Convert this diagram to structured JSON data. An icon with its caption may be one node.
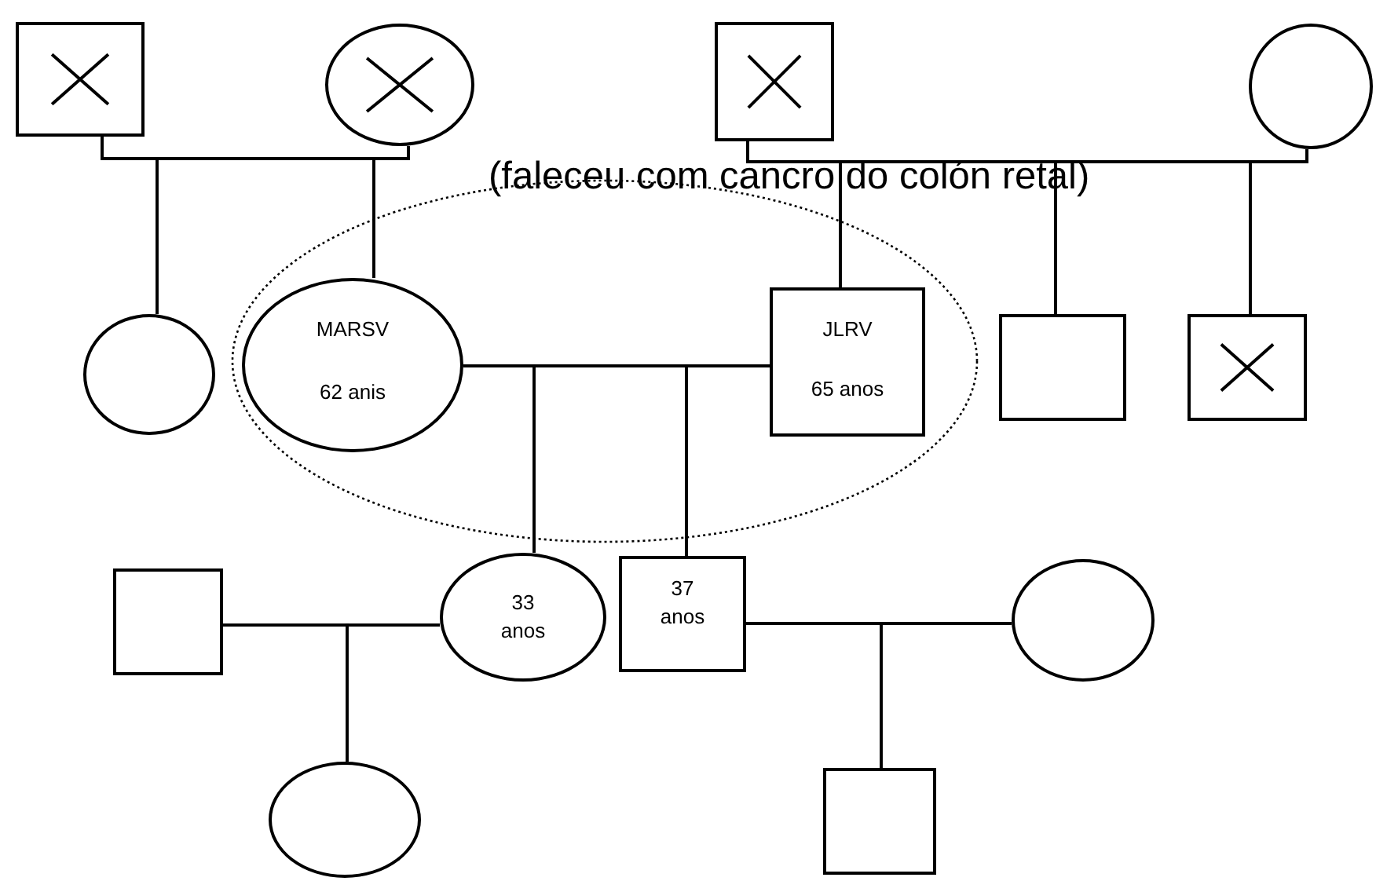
{
  "diagram": {
    "nodes": [
      {
        "text": [],
        "shape": "box"
      },
      {
        "text": [],
        "shape": "circle"
      },
      {
        "text": [],
        "shape": "box"
      },
      {
        "text": [],
        "shape": "circle"
      },
      {
        "text": [],
        "shape": "circle"
      },
      {
        "text": [
          "MARSV",
          "62 anis"
        ]
      },
      {
        "text": [
          "JLRV",
          "65 anos"
        ]
      },
      {
        "text": [],
        "shape": "box"
      },
      {
        "text": [],
        "shape": "box"
      },
      {
        "text": [],
        "shape": "box"
      },
      {
        "text": [
          "33 anos"
        ]
      },
      {
        "text": [
          "37 anos"
        ]
      },
      {
        "text": [],
        "shape": "circle"
      },
      {
        "text": [],
        "shape": "circle"
      },
      {
        "text": [],
        "shape": "box"
      }
    ],
    "edges": [
      {
        "from": 0,
        "to": 1,
        "arrow": "none"
      },
      {
        "from": 0,
        "to": 4,
        "arrow": "none"
      },
      {
        "from": 1,
        "to": 4,
        "arrow": "none"
      },
      {
        "from": 0,
        "to": 5,
        "arrow": "none"
      },
      {
        "from": 1,
        "to": 5,
        "arrow": "none"
      },
      {
        "from": 2,
        "to": 3,
        "arrow": "none"
      },
      {
        "from": 2,
        "to": 6,
        "arrow": "none"
      },
      {
        "from": 3,
        "to": 6,
        "arrow": "none"
      },
      {
        "from": 2,
        "to": 7,
        "arrow": "none"
      },
      {
        "from": 3,
        "to": 7,
        "arrow": "none"
      },
      {
        "from": 2,
        "to": 8,
        "arrow": "none"
      },
      {
        "from": 3,
        "to": 8,
        "arrow": "none"
      },
      {
        "from": 5,
        "to": 6,
        "arrow": "none"
      },
      {
        "from": 5,
        "to": 10,
        "arrow": "none"
      },
      {
        "from": 6,
        "to": 10,
        "arrow": "none"
      },
      {
        "from": 5,
        "to": 11,
        "arrow": "none"
      },
      {
        "from": 6,
        "to": 11,
        "arrow": "none"
      },
      {
        "from": 9,
        "to": 10,
        "arrow": "none"
      },
      {
        "from": 9,
        "to": 13,
        "arrow": "none"
      },
      {
        "from": 10,
        "to": 13,
        "arrow": "none"
      },
      {
        "from": 11,
        "to": 12,
        "arrow": "none"
      },
      {
        "from": 11,
        "to": 14,
        "arrow": "none"
      },
      {
        "from": 12,
        "to": 14,
        "arrow": "none"
      }
    ],
    "labels": [
      "(faleceu com cancro do colón retal)"
    ]
  }
}
